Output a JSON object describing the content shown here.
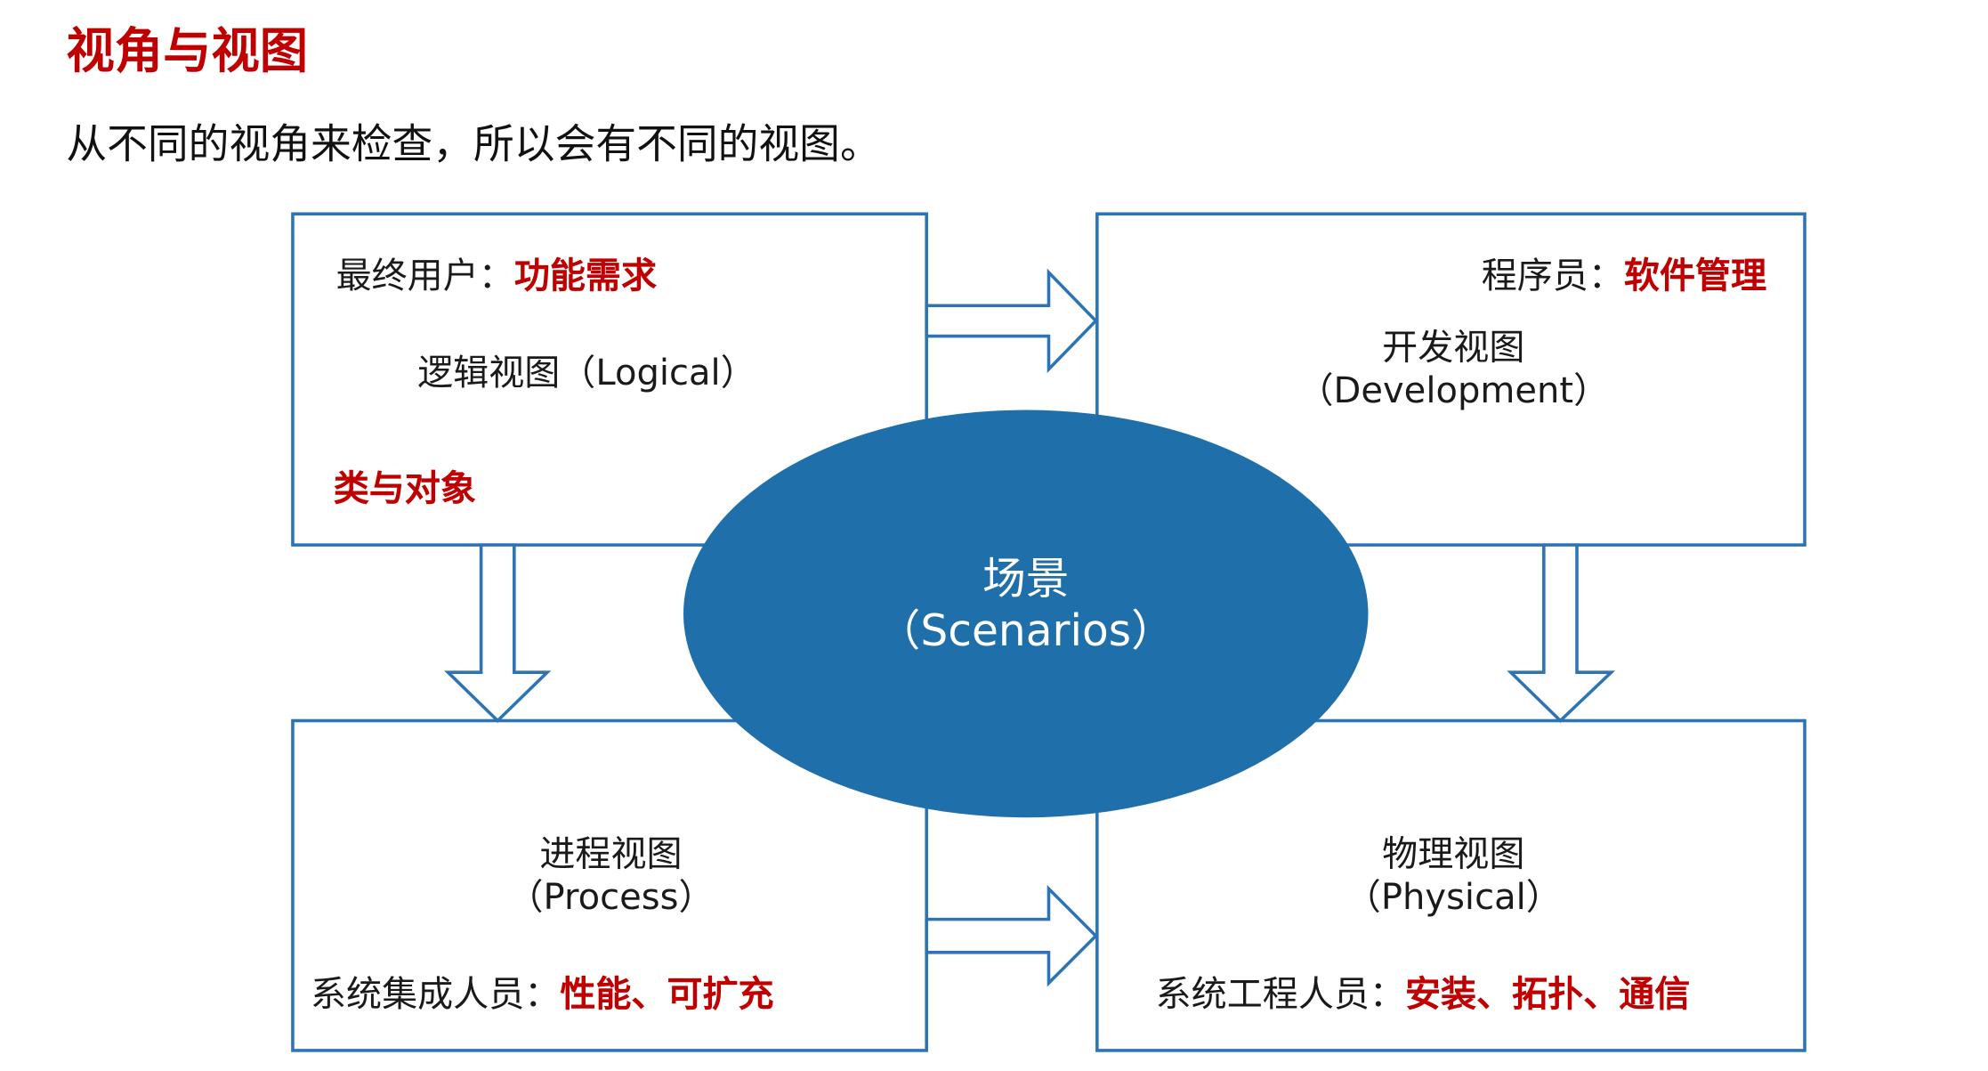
{
  "header": {
    "title": "视角与视图",
    "subtitle": "从不同的视角来检查，所以会有不同的视图。"
  },
  "diagram": {
    "colors": {
      "box_border": "#2e74b5",
      "arrow_stroke": "#2e74b5",
      "oval_fill": "#1f6faa",
      "highlight_text": "#c00000"
    },
    "logical": {
      "role": "最终用户：",
      "role_focus": "功能需求",
      "name": "逻辑视图（Logical）",
      "note": "类与对象"
    },
    "development": {
      "role": "程序员：",
      "role_focus": "软件管理",
      "name_line1": "开发视图",
      "name_line2": "（Development）"
    },
    "process": {
      "name_line1": "进程视图",
      "name_line2": "（Process）",
      "role": "系统集成人员：",
      "role_focus": "性能、可扩充"
    },
    "physical": {
      "name_line1": "物理视图",
      "name_line2": "（Physical）",
      "role": "系统工程人员：",
      "role_focus": "安装、拓扑、通信"
    },
    "scenarios": {
      "name_line1": "场景",
      "name_line2": "（Scenarios）"
    },
    "arrows": [
      {
        "from": "logical",
        "to": "development",
        "icon": "arrow-right-icon"
      },
      {
        "from": "logical",
        "to": "process",
        "icon": "arrow-down-icon"
      },
      {
        "from": "development",
        "to": "physical",
        "icon": "arrow-down-icon"
      },
      {
        "from": "process",
        "to": "physical",
        "icon": "arrow-right-icon"
      }
    ]
  }
}
